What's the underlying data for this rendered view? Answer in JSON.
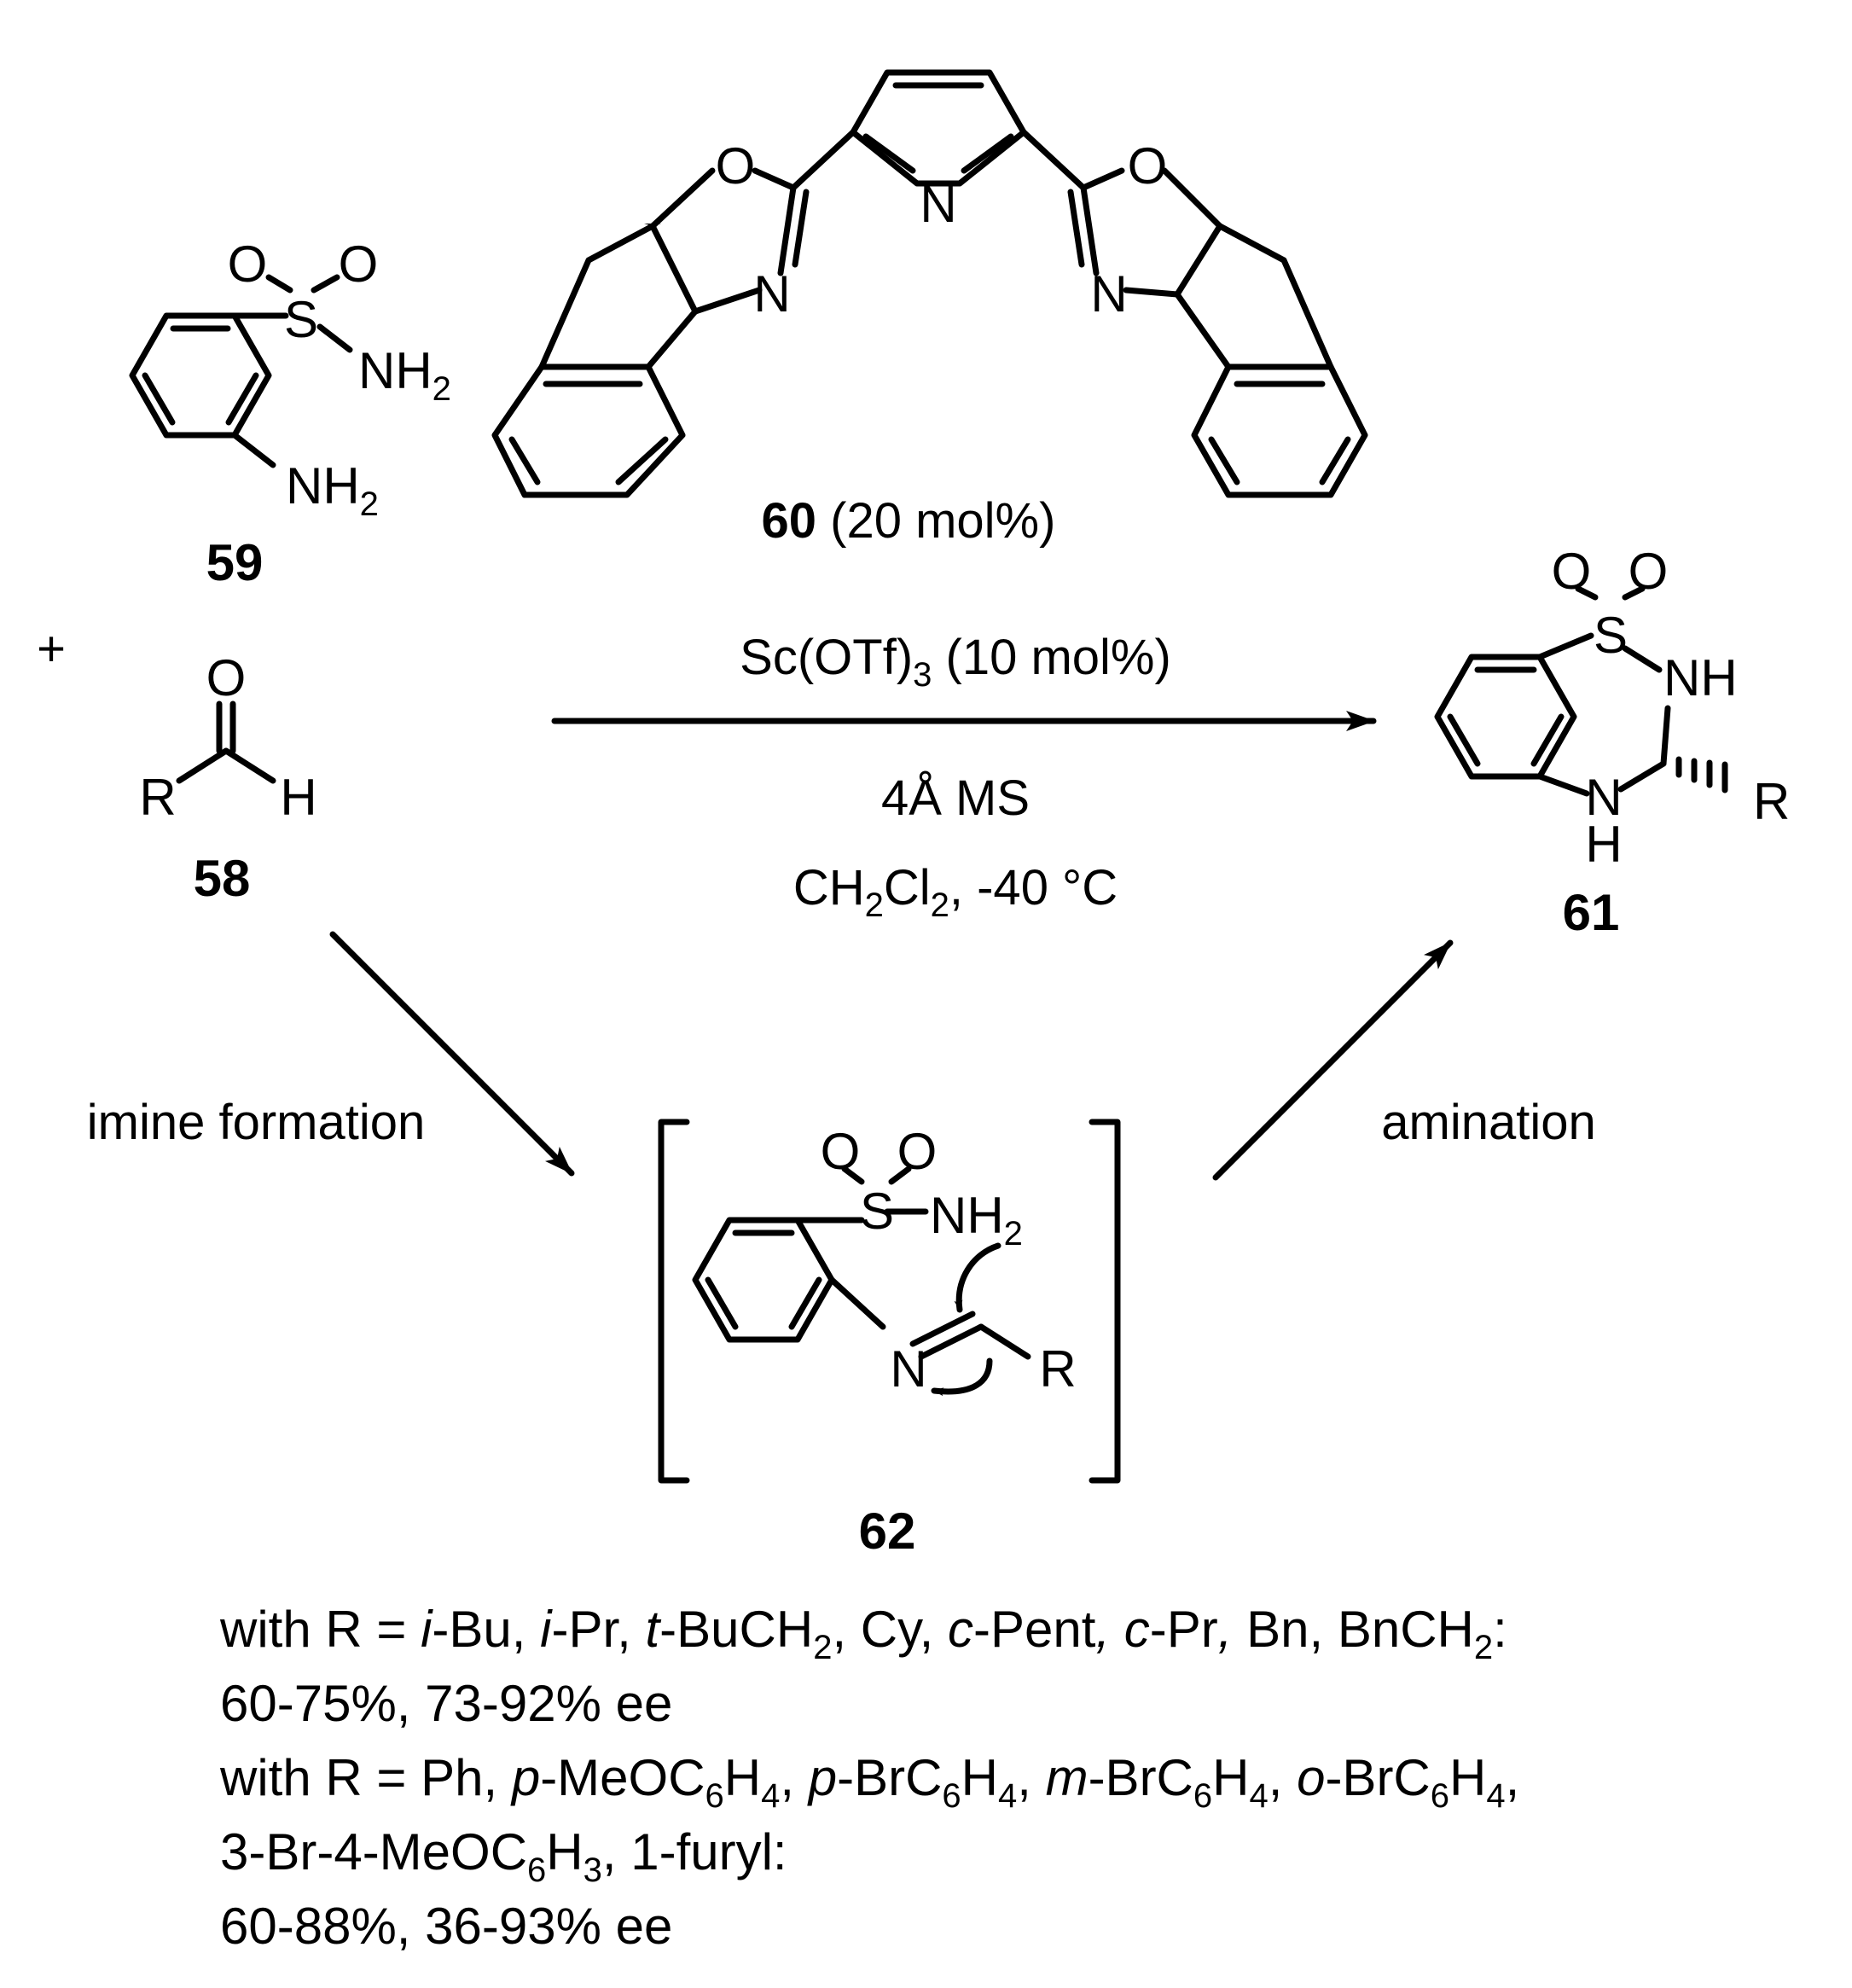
{
  "compounds": {
    "c59": {
      "label": "59",
      "so2_o1": "O",
      "so2_o2": "O",
      "s": "S",
      "nh2_a": "NH",
      "nh2_a_sub": "2",
      "nh2_b": "NH",
      "nh2_b_sub": "2"
    },
    "c58": {
      "label": "58",
      "o": "O",
      "r": "R",
      "h": "H"
    },
    "c60": {
      "label": "60",
      "loading": " (20 mol%)",
      "o_left": "O",
      "n_left": "N",
      "n_pyr": "N",
      "o_right": "O",
      "n_right": "N"
    },
    "c61": {
      "label": "61",
      "o1": "O",
      "o2": "O",
      "s": "S",
      "nh_top": "NH",
      "n_bottom": "N",
      "h_bottom": "H",
      "r": "R"
    },
    "c62": {
      "label": "62",
      "o1": "O",
      "o2": "O",
      "s": "S",
      "nh2": "NH",
      "nh2_sub": "2",
      "n": "N",
      "r": "R"
    }
  },
  "plus": "+",
  "conditions": {
    "cat_pre": "Sc(OTf)",
    "cat_sub": "3",
    "cat_post": " (10 mol%)",
    "ms": "4Å MS",
    "solv_ch": "CH",
    "solv_sub1": "2",
    "solv_cl": "Cl",
    "solv_sub2": "2",
    "solv_rest": ", -40 °C"
  },
  "steps": {
    "left": "imine formation",
    "right": "amination"
  },
  "scope": {
    "line1": [
      {
        "t": "with R = ",
        "s": "n"
      },
      {
        "t": "i",
        "s": "i"
      },
      {
        "t": "-Bu, ",
        "s": "n"
      },
      {
        "t": "i",
        "s": "i"
      },
      {
        "t": "-Pr, ",
        "s": "n"
      },
      {
        "t": "t",
        "s": "i"
      },
      {
        "t": "-BuCH",
        "s": "n"
      },
      {
        "t": "2",
        "s": "sub"
      },
      {
        "t": ", Cy, ",
        "s": "n"
      },
      {
        "t": "c",
        "s": "i"
      },
      {
        "t": "-Pent",
        "s": "n"
      },
      {
        "t": ", ",
        "s": "i"
      },
      {
        "t": "c",
        "s": "i"
      },
      {
        "t": "-Pr",
        "s": "n"
      },
      {
        "t": ", ",
        "s": "i"
      },
      {
        "t": "Bn, BnCH",
        "s": "n"
      },
      {
        "t": "2",
        "s": "sub"
      },
      {
        "t": ":",
        "s": "n"
      }
    ],
    "line2": [
      {
        "t": "60-75%, 73-92% ee",
        "s": "n"
      }
    ],
    "line3": [
      {
        "t": "with R = Ph, ",
        "s": "n"
      },
      {
        "t": "p",
        "s": "i"
      },
      {
        "t": "-MeOC",
        "s": "n"
      },
      {
        "t": "6",
        "s": "sub"
      },
      {
        "t": "H",
        "s": "n"
      },
      {
        "t": "4",
        "s": "sub"
      },
      {
        "t": ", ",
        "s": "n"
      },
      {
        "t": "p",
        "s": "i"
      },
      {
        "t": "-BrC",
        "s": "n"
      },
      {
        "t": "6",
        "s": "sub"
      },
      {
        "t": "H",
        "s": "n"
      },
      {
        "t": "4",
        "s": "sub"
      },
      {
        "t": ", ",
        "s": "n"
      },
      {
        "t": "m",
        "s": "i"
      },
      {
        "t": "-BrC",
        "s": "n"
      },
      {
        "t": "6",
        "s": "sub"
      },
      {
        "t": "H",
        "s": "n"
      },
      {
        "t": "4",
        "s": "sub"
      },
      {
        "t": ", ",
        "s": "n"
      },
      {
        "t": "o",
        "s": "i"
      },
      {
        "t": "-BrC",
        "s": "n"
      },
      {
        "t": "6",
        "s": "sub"
      },
      {
        "t": "H",
        "s": "n"
      },
      {
        "t": "4",
        "s": "sub"
      },
      {
        "t": ",",
        "s": "n"
      }
    ],
    "line4": [
      {
        "t": "3-Br-4-MeOC",
        "s": "n"
      },
      {
        "t": "6",
        "s": "sub"
      },
      {
        "t": "H",
        "s": "n"
      },
      {
        "t": "3",
        "s": "sub"
      },
      {
        "t": ", 1-furyl:",
        "s": "n"
      }
    ],
    "line5": [
      {
        "t": "60-88%, 36-93% ee",
        "s": "n"
      }
    ]
  }
}
